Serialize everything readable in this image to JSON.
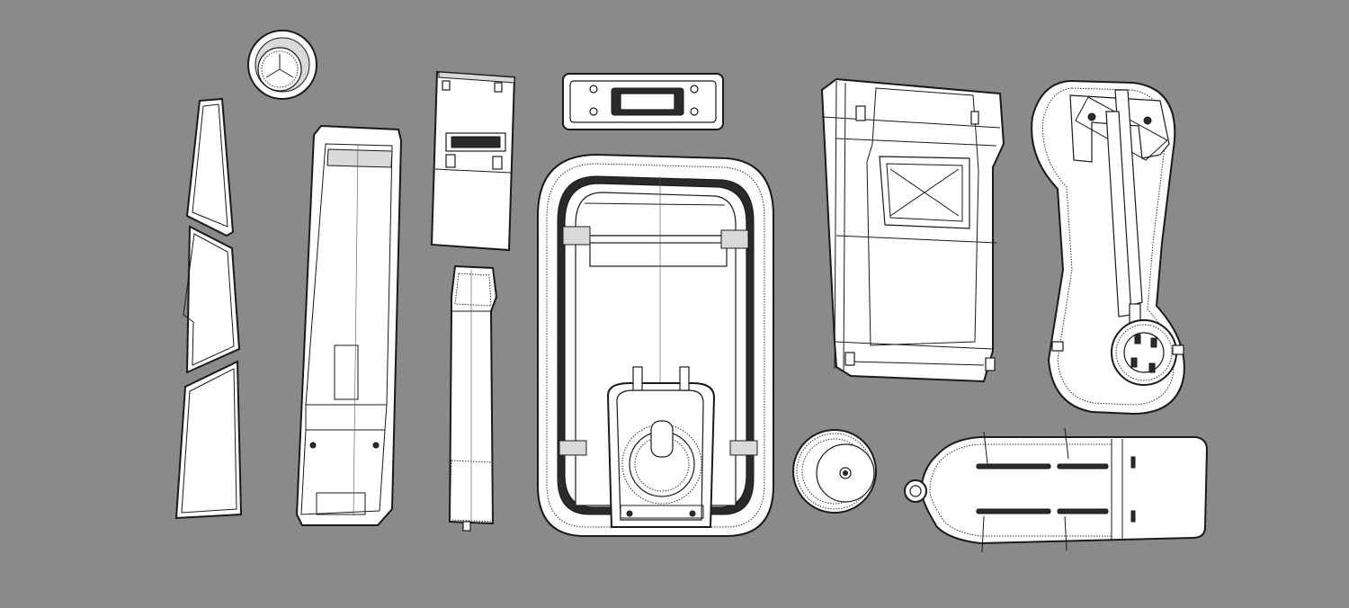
{
  "scene": {
    "background_color": "#8a8a8a",
    "line_color": "#1a1a1a",
    "fill_color": "#ffffff",
    "parts": [
      {
        "kind": "panel-top"
      },
      {
        "kind": "panel-middle"
      },
      {
        "kind": "panel-bottom"
      },
      {
        "kind": "round-cap"
      },
      {
        "kind": "long-tray"
      },
      {
        "kind": "mount-plate"
      },
      {
        "kind": "cylinder-grip"
      },
      {
        "kind": "slotted-bar"
      },
      {
        "kind": "large-frame"
      },
      {
        "kind": "round-gear-disc"
      },
      {
        "kind": "armored-shell"
      },
      {
        "kind": "rounded-housing"
      },
      {
        "kind": "capsule-tank"
      }
    ]
  }
}
